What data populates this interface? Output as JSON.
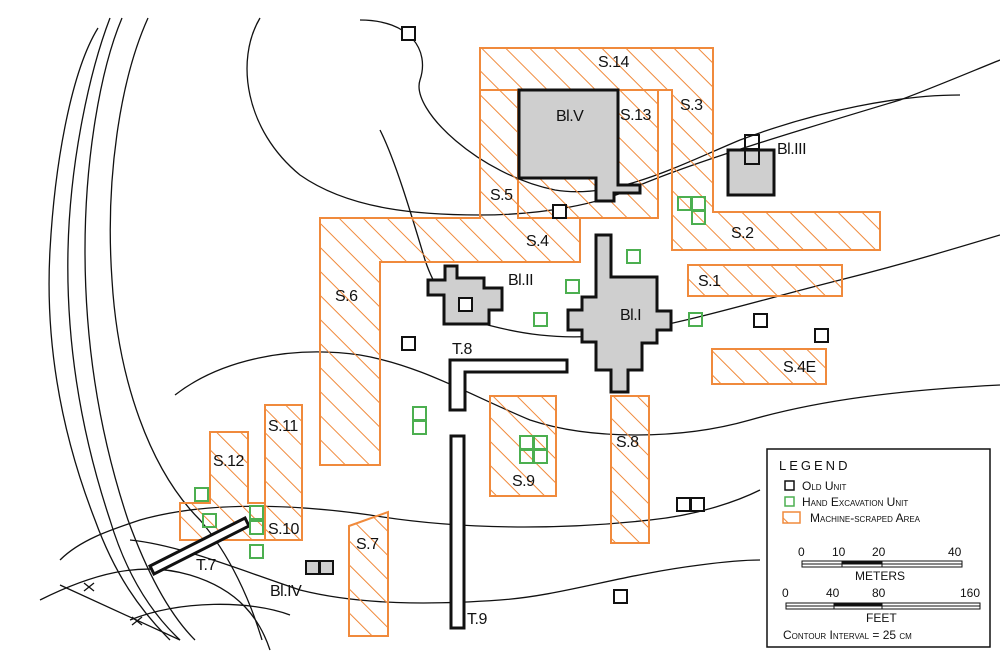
{
  "scraped_labels": {
    "s14": "S.14",
    "s13": "S.13",
    "s3": "S.3",
    "s5": "S.5",
    "s4": "S.4",
    "s2": "S.2",
    "s1": "S.1",
    "s6": "S.6",
    "s4e": "S.4E",
    "s11": "S.11",
    "s12": "S.12",
    "s10": "S.10",
    "s9": "S.9",
    "s8": "S.8",
    "s7": "S.7"
  },
  "block_labels": {
    "b5": "Bl.V",
    "b3": "Bl.III",
    "b2": "Bl.II",
    "b1": "Bl.I",
    "b4": "Bl.IV"
  },
  "trench_labels": {
    "t8": "T.8",
    "t7": "T.7",
    "t9": "T.9"
  },
  "legend": {
    "title": "LEGEND",
    "old_unit": "Old Unit",
    "hand_unit": "Hand Excavation Unit",
    "machine": "Machine-scraped Area",
    "meters_ticks": [
      "0",
      "10",
      "20",
      "40"
    ],
    "meters_label": "METERS",
    "feet_ticks": [
      "0",
      "40",
      "80",
      "160"
    ],
    "feet_label": "FEET",
    "contour": "Contour Interval = 25 cm"
  },
  "colors": {
    "scraped": "#f08a3c",
    "hand_unit": "#4caf50",
    "block_fill": "#cfcfcf"
  }
}
